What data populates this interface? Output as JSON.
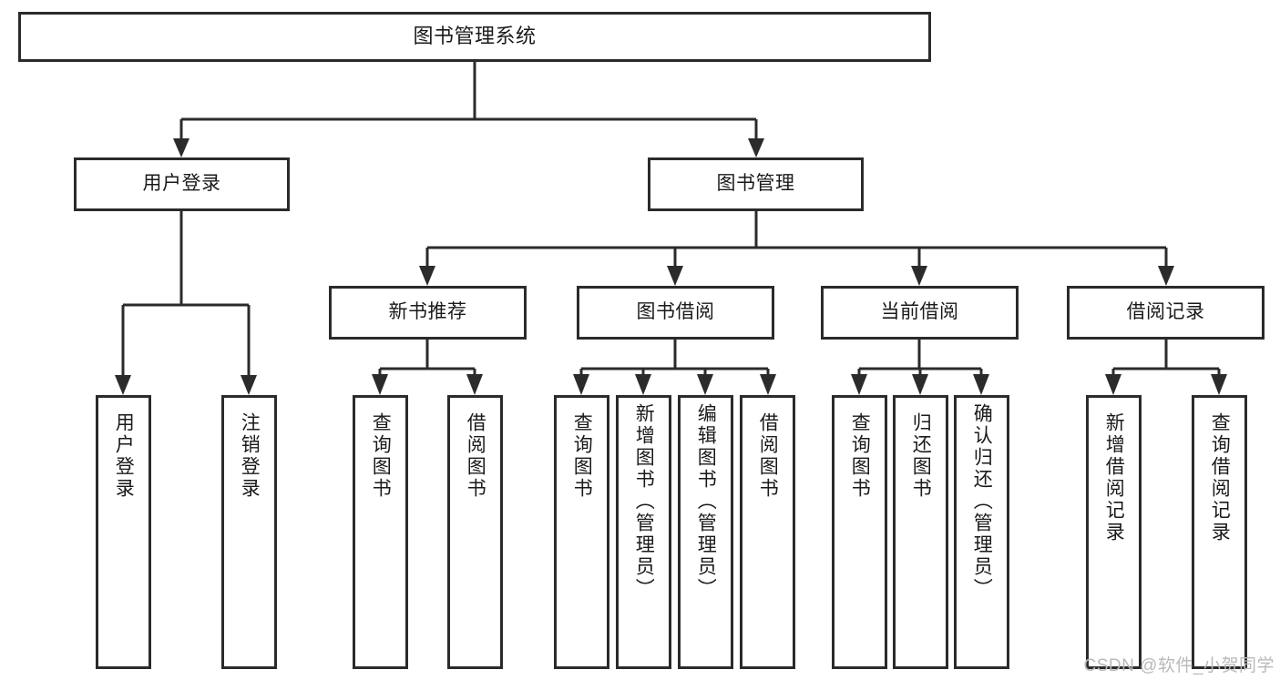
{
  "diagram": {
    "type": "tree",
    "title": "图书管理系统",
    "watermark": "CSDN @软件_小贺同学",
    "colors": {
      "stroke": "#2b2b2b",
      "fill": "#ffffff",
      "text": "#1a1a1a",
      "watermark": "#b9b9b9"
    },
    "nodes": {
      "root": {
        "label": "图书管理系统",
        "level": 0
      },
      "l1": [
        {
          "id": "user-login",
          "label": "用户登录"
        },
        {
          "id": "book-manage",
          "label": "图书管理"
        }
      ],
      "l2": [
        {
          "id": "new-book-rec",
          "label": "新书推荐",
          "parent": "book-manage"
        },
        {
          "id": "book-borrow",
          "label": "图书借阅",
          "parent": "book-manage"
        },
        {
          "id": "current-borrow",
          "label": "当前借阅",
          "parent": "book-manage"
        },
        {
          "id": "borrow-record",
          "label": "借阅记录",
          "parent": "book-manage"
        }
      ],
      "leaves": [
        {
          "id": "leaf-user-login",
          "label": "用户登录",
          "parent": "user-login"
        },
        {
          "id": "leaf-logout",
          "label": "注销登录",
          "parent": "user-login"
        },
        {
          "id": "leaf-query-book-1",
          "label": "查询图书",
          "parent": "new-book-rec"
        },
        {
          "id": "leaf-borrow-book-1",
          "label": "借阅图书",
          "parent": "new-book-rec"
        },
        {
          "id": "leaf-query-book-2",
          "label": "查询图书",
          "parent": "book-borrow"
        },
        {
          "id": "leaf-add-book",
          "label": "新增图书（管理员）",
          "parent": "book-borrow"
        },
        {
          "id": "leaf-edit-book",
          "label": "编辑图书（管理员）",
          "parent": "book-borrow"
        },
        {
          "id": "leaf-borrow-book-2",
          "label": "借阅图书",
          "parent": "book-borrow"
        },
        {
          "id": "leaf-query-book-3",
          "label": "查询图书",
          "parent": "current-borrow"
        },
        {
          "id": "leaf-return-book",
          "label": "归还图书",
          "parent": "current-borrow"
        },
        {
          "id": "leaf-confirm-return",
          "label": "确认归还（管理员）",
          "parent": "current-borrow"
        },
        {
          "id": "leaf-add-record",
          "label": "新增借阅记录",
          "parent": "borrow-record"
        },
        {
          "id": "leaf-query-record",
          "label": "查询借阅记录",
          "parent": "borrow-record"
        }
      ]
    }
  }
}
